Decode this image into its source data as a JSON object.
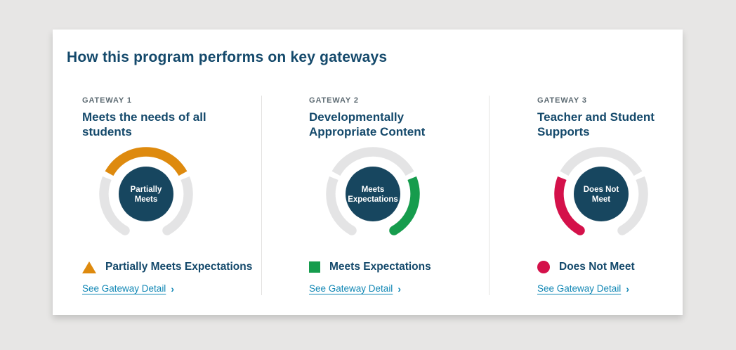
{
  "page": {
    "background": "#e7e6e5"
  },
  "card": {
    "title": "How this program performs on key gateways"
  },
  "colors": {
    "navy_text": "#14496b",
    "circle_navy": "#17465f",
    "track_gray": "#e4e4e5",
    "orange": "#de8a0e",
    "green": "#169c4d",
    "crimson": "#d4114a",
    "link_blue": "#1187b5",
    "eyebrow_gray": "#5c6a72"
  },
  "gateways": [
    {
      "eyebrow": "GATEWAY 1",
      "title": "Meets the needs of all students",
      "gauge": {
        "active_segment": "top",
        "center_lines": [
          "Partially",
          "Meets"
        ]
      },
      "color_key": "orange",
      "rating": {
        "icon": "triangle-icon",
        "label": "Partially Meets Expectations"
      },
      "link": {
        "label": "See Gateway Detail",
        "chevron": "›"
      }
    },
    {
      "eyebrow": "GATEWAY 2",
      "title": "Developmentally Appropriate Content",
      "gauge": {
        "active_segment": "right",
        "center_lines": [
          "Meets",
          "Expectations"
        ]
      },
      "color_key": "green",
      "rating": {
        "icon": "square-icon",
        "label": "Meets Expectations"
      },
      "link": {
        "label": "See Gateway Detail",
        "chevron": "›"
      }
    },
    {
      "eyebrow": "GATEWAY 3",
      "title": "Teacher and Student Supports",
      "gauge": {
        "active_segment": "left",
        "center_lines": [
          "Does Not",
          "Meet"
        ]
      },
      "color_key": "crimson",
      "rating": {
        "icon": "circle-icon",
        "label": "Does Not Meet"
      },
      "link": {
        "label": "See Gateway Detail",
        "chevron": "›"
      }
    }
  ]
}
